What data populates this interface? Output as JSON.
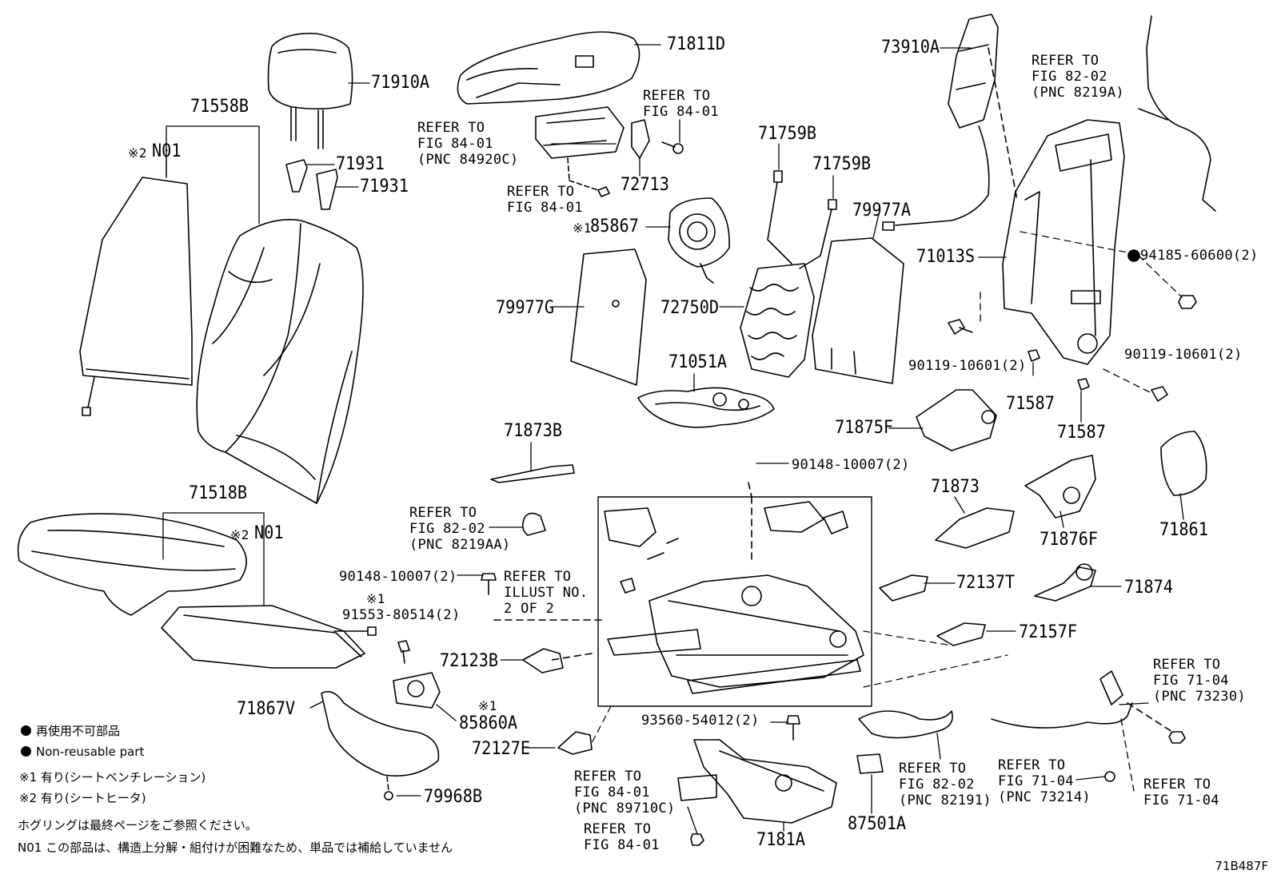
{
  "labels": {
    "headrest": "71910A",
    "back_cover": "71558B",
    "back_heater_marker": "※2",
    "back_heater": "N01",
    "guide_1": "71931",
    "guide_2": "71931",
    "side_shield": "71811D",
    "ref_84920c": "REFER TO\nFIG 84-01\n(PNC 84920C)",
    "ref_84_01_top": "REFER TO\nFIG 84-01",
    "ref_84_01_mid": "REFER TO\nFIG 84-01",
    "bracket": "72713",
    "vent_fan_back_marker": "※1",
    "vent_fan_back": "85867",
    "pad_g": "79977G",
    "spring_b_left": "71759B",
    "spring_b_right": "71759B",
    "lumbar": "72750D",
    "pad_a": "79977A",
    "wire_harness": "71051A",
    "airbag": "73910A",
    "ref_8219a": "REFER TO\nFIG 82-02\n(PNC 8219A)",
    "frame": "71013S",
    "nut_94185": "94185-60600(2)",
    "bolt_90119_left": "90119-10601(2)",
    "bolt_90119_right": "90119-10601(2)",
    "clip_71587_a": "71587",
    "clip_71587_b": "71587",
    "cover_71875f": "71875F",
    "cushion_cover": "71518B",
    "cushion_heater_marker": "※2",
    "cushion_heater": "N01",
    "rail_cover": "71873B",
    "ref_8219aa": "REFER TO\nFIG 82-02\n(PNC 8219AA)",
    "screw_90148_top": "90148-10007(2)",
    "screw_90148_left": "90148-10007(2)",
    "ref_illust": "REFER TO\nILLUST NO.\n2 OF 2",
    "screw_91553_marker": "※1",
    "screw_91553": "91553-80514(2)",
    "cover_72123b": "72123B",
    "cushion_trim": "71867V",
    "vent_fan_cushion_marker": "※1",
    "vent_fan_cushion": "85860A",
    "cover_72127e": "72127E",
    "pad_79968b": "79968B",
    "screw_93560": "93560-54012(2)",
    "ref_89710c": "REFER TO\nFIG 84-01\n(PNC 89710C)",
    "ref_84_01_bottom": "REFER TO\nFIG 84-01",
    "pan": "7181A",
    "relay": "87501A",
    "ref_82191": "REFER TO\nFIG 82-02\n(PNC 82191)",
    "ref_73214": "REFER TO\nFIG 71-04\n(PNC 73214)",
    "ref_71_04_right": "REFER TO\nFIG 71-04",
    "ref_73230": "REFER TO\nFIG 71-04\n(PNC 73230)",
    "shield_71873": "71873",
    "shield_71876f": "71876F",
    "knob_71861": "71861",
    "cover_72137t": "72137T",
    "handle_71874": "71874",
    "cover_72157f": "72157F"
  },
  "legend": {
    "nonreusable_jp": "再使用不可部品",
    "nonreusable_en": "Non-reusable part",
    "note1": "※1 有り(シートベンチレーション)",
    "note2": "※2 有り(シートヒータ)",
    "note3": "ホグリングは最終ページをご参照ください。",
    "note4": "N01 この部品は、構造上分解・組付けが困難なため、単品では補給していません"
  },
  "figure_code": "71B487F"
}
